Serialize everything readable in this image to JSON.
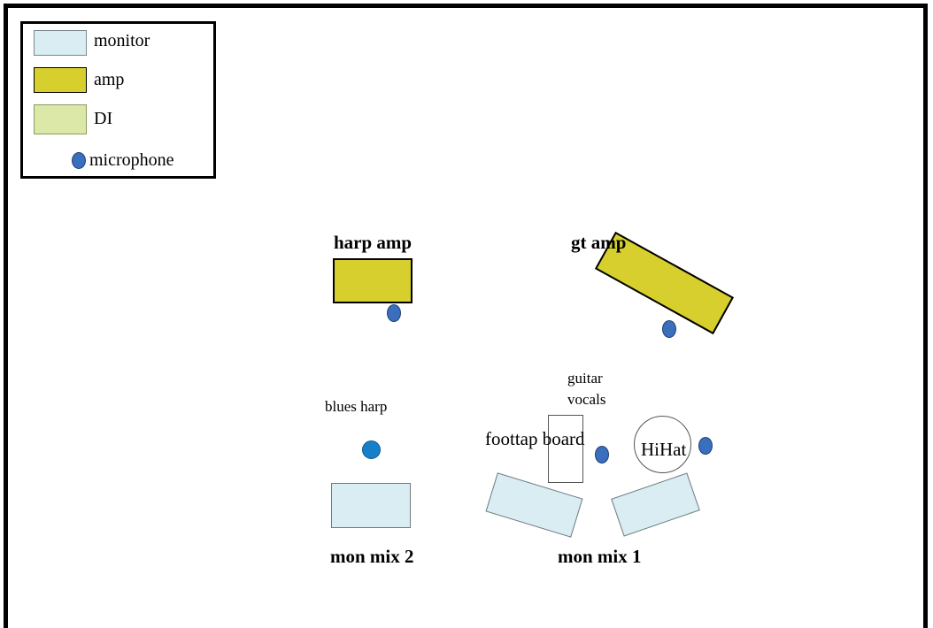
{
  "legend": {
    "items": [
      {
        "label": "monitor",
        "color": "#d9edf2"
      },
      {
        "label": "amp",
        "color": "#d6cf2e"
      },
      {
        "label": "DI",
        "color": "#dbe8a8"
      },
      {
        "label": "microphone",
        "color": "#3a6fbd"
      }
    ]
  },
  "labels": {
    "harp_amp": "harp amp",
    "gt_amp": "gt amp",
    "blues_harp": "blues harp",
    "guitar_vocals_line1": "guitar",
    "guitar_vocals_line2": "vocals",
    "foottap_board": "foottap board",
    "hihat": "HiHat",
    "mon_mix_2": "mon mix 2",
    "mon_mix_1": "mon mix 1"
  }
}
